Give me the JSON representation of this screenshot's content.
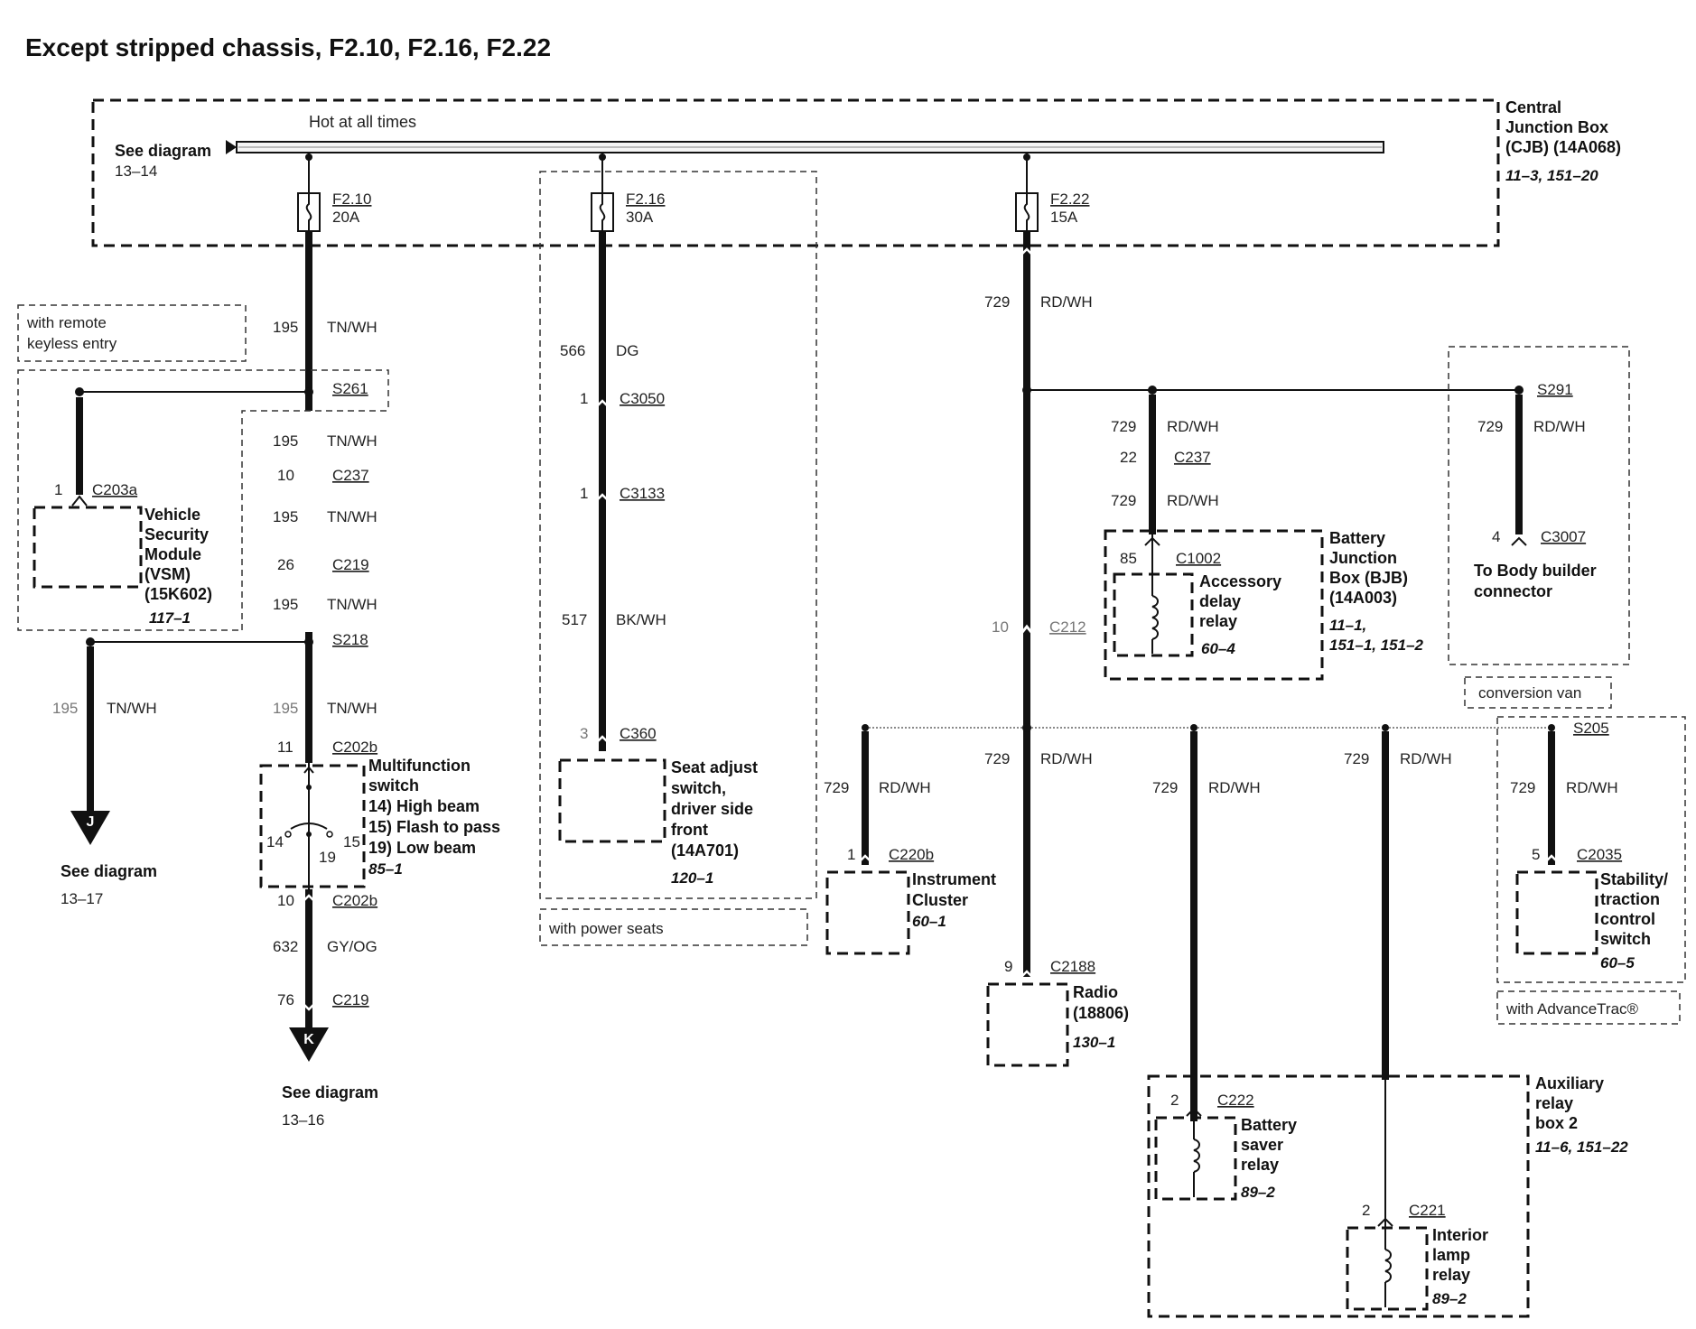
{
  "title": "Except stripped chassis, F2.10, F2.16, F2.22",
  "cjb": {
    "bus_label": "Hot at all times",
    "see_diagram": "See diagram",
    "see_diagram_ref": "13–14",
    "name_1": "Central",
    "name_2": "Junction Box",
    "name_3": "(CJB) (14A068)",
    "ref": "11–3, 151–20"
  },
  "fuses": [
    {
      "id": "F2.10",
      "rating": "20A"
    },
    {
      "id": "F2.16",
      "rating": "30A"
    },
    {
      "id": "F2.22",
      "rating": "15A"
    }
  ],
  "circuit_f210": {
    "note_rke_1": "with remote",
    "note_rke_2": "keyless entry",
    "w1_num": "195",
    "w1_color": "TN/WH",
    "splice_s261": "S261",
    "w2_num": "195",
    "w2_color": "TN/WH",
    "c237_pin": "10",
    "c237": "C237",
    "w3_num": "195",
    "w3_color": "TN/WH",
    "c219_pin": "26",
    "c219": "C219",
    "w4_num": "195",
    "w4_color": "TN/WH",
    "splice_s218": "S218",
    "w5_num": "195",
    "w5_color": "TN/WH",
    "c202b_pin": "11",
    "c202b": "C202b",
    "mfs_1": "Multifunction",
    "mfs_2": "switch",
    "mfs_3": "14) High beam",
    "mfs_4": "15) Flash to pass",
    "mfs_5": "19) Low beam",
    "mfs_ref": "85–1",
    "sw_14": "14",
    "sw_15": "15",
    "sw_19": "19",
    "c202b_2_pin": "10",
    "c202b_2": "C202b",
    "w6_num": "632",
    "w6_color": "GY/OG",
    "c219_2_pin": "76",
    "c219_2": "C219",
    "arrow_k": "K",
    "see_k": "See diagram",
    "see_k_ref": "13–16"
  },
  "vsm": {
    "pin": "1",
    "connector": "C203a",
    "name_1": "Vehicle",
    "name_2": "Security",
    "name_3": "Module",
    "name_4": "(VSM)",
    "name_5": "(15K602)",
    "ref": "117–1"
  },
  "branch_j": {
    "w_num": "195",
    "w_color": "TN/WH",
    "arrow_j": "J",
    "see_j": "See diagram",
    "see_j_ref": "13–17"
  },
  "circuit_f216": {
    "w1_num": "566",
    "w1_color": "DG",
    "c3050_pin": "1",
    "c3050": "C3050",
    "c3133_pin": "1",
    "c3133": "C3133",
    "w2_num": "517",
    "w2_color": "BK/WH",
    "c360_pin": "3",
    "c360": "C360",
    "seat_1": "Seat adjust",
    "seat_2": "switch,",
    "seat_3": "driver side",
    "seat_4": "front",
    "seat_5": "(14A701)",
    "seat_ref": "120–1",
    "note": "with power seats"
  },
  "circuit_f222": {
    "w1_num": "729",
    "w1_color": "RD/WH",
    "bjb_w1_num": "729",
    "bjb_w1_color": "RD/WH",
    "c237_pin": "22",
    "c237": "C237",
    "bjb_w2_num": "729",
    "bjb_w2_color": "RD/WH",
    "relay_pin": "85",
    "relay_conn": "C1002",
    "relay_1": "Accessory",
    "relay_2": "delay",
    "relay_3": "relay",
    "relay_ref": "60–4",
    "bjb_1": "Battery",
    "bjb_2": "Junction",
    "bjb_3": "Box (BJB)",
    "bjb_4": "(14A003)",
    "bjb_ref_1": "11–1,",
    "bjb_ref_2": "151–1, 151–2",
    "c212_pin": "10",
    "c212": "C212",
    "s291": "S291",
    "cv_w_num": "729",
    "cv_w_color": "RD/WH",
    "c3007_pin": "4",
    "c3007": "C3007",
    "body_1": "To Body builder",
    "body_2": "connector",
    "note_cv": "conversion van"
  },
  "lower_branches": {
    "ic_w_num": "729",
    "ic_w_color": "RD/WH",
    "ic_pin": "1",
    "ic_conn": "C220b",
    "ic_1": "Instrument",
    "ic_2": "Cluster",
    "ic_ref": "60–1",
    "radio_w_num": "729",
    "radio_w_color": "RD/WH",
    "radio_pin": "9",
    "radio_conn": "C2188",
    "radio_1": "Radio",
    "radio_2": "(18806)",
    "radio_ref": "130–1",
    "aux_w1_num": "729",
    "aux_w1_color": "RD/WH",
    "aux_w2_num": "729",
    "aux_w2_color": "RD/WH",
    "s205": "S205",
    "stc_w_num": "729",
    "stc_w_color": "RD/WH",
    "stc_pin": "5",
    "stc_conn": "C2035",
    "stc_1": "Stability/",
    "stc_2": "traction",
    "stc_3": "control",
    "stc_4": "switch",
    "stc_ref": "60–5",
    "note_advtrac": "with AdvanceTrac®",
    "bsr_pin": "2",
    "bsr_conn": "C222",
    "bsr_1": "Battery",
    "bsr_2": "saver",
    "bsr_3": "relay",
    "bsr_ref": "89–2",
    "ilr_pin": "2",
    "ilr_conn": "C221",
    "ilr_1": "Interior",
    "ilr_2": "lamp",
    "ilr_3": "relay",
    "ilr_ref": "89–2",
    "arb_1": "Auxiliary",
    "arb_2": "relay",
    "arb_3": "box 2",
    "arb_ref": "11–6, 151–22"
  }
}
